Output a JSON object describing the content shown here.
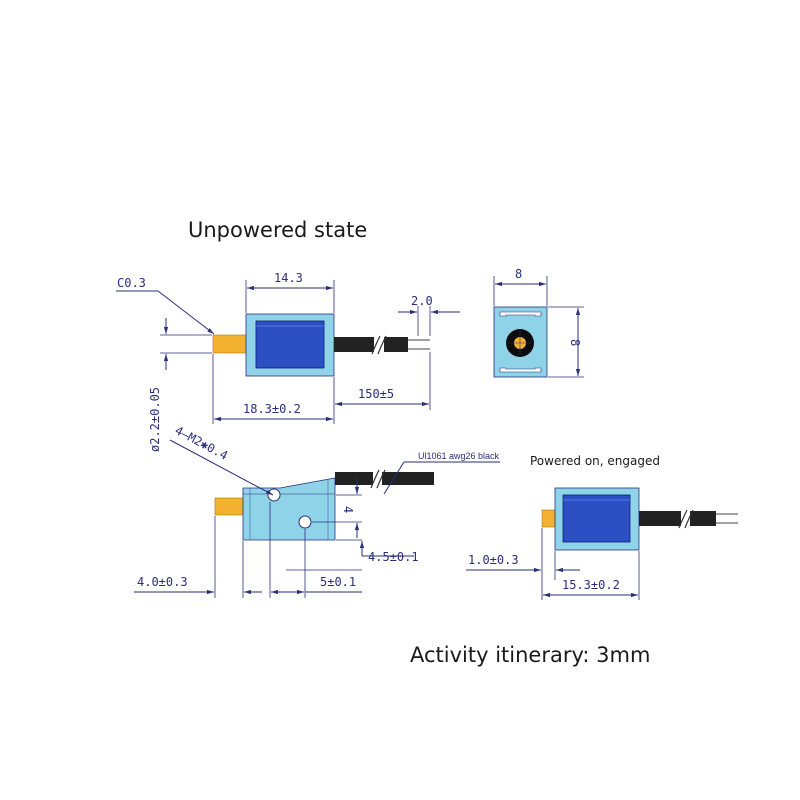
{
  "titles": {
    "unpowered": "Unpowered state",
    "powered": "Powered on, engaged",
    "stroke": "Activity itinerary: 3mm"
  },
  "dims": {
    "chamfer": "C0.3",
    "body_length": "14.3",
    "wire_strip": "2.0",
    "end_width": "8",
    "end_height": "8",
    "plunger_dia": "ø2.2±0.05",
    "overall_length": "18.3±0.2",
    "wire_length": "150±5",
    "mount_holes": "4–M2✱0.4",
    "wire_spec": "Ul1061 awg26 black",
    "hole_spacing_v": "4",
    "hole_offset_v": "4.5±0.1",
    "plunger_ext": "4.0±0.3",
    "hole_pitch_h": "5±0.1",
    "engaged_ext": "1.0±0.3",
    "engaged_length": "15.3±0.2"
  },
  "colors": {
    "frame": "#8ed3e8",
    "coil": "#2d4fc4",
    "plunger": "#f2b230",
    "wire": "#222222",
    "line": "#2a2f7a"
  }
}
